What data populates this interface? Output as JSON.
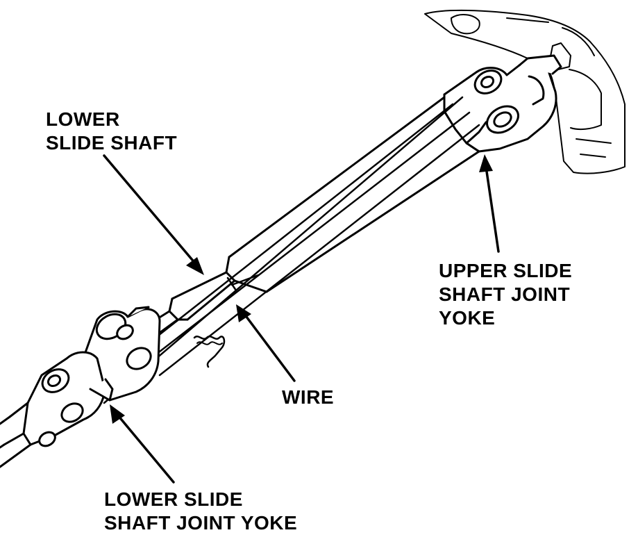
{
  "diagram": {
    "labels": {
      "lower_slide_shaft": {
        "line1": "LOWER",
        "line2": "SLIDE SHAFT"
      },
      "upper_slide_shaft_joint_yoke": {
        "line1": "UPPER SLIDE",
        "line2": "SHAFT JOINT",
        "line3": "YOKE"
      },
      "wire": {
        "line1": "WIRE"
      },
      "lower_slide_shaft_joint_yoke": {
        "line1": "LOWER SLIDE",
        "line2": "SHAFT JOINT YOKE"
      }
    },
    "colors": {
      "ink": "#000000",
      "fill": "#ffffff"
    }
  }
}
